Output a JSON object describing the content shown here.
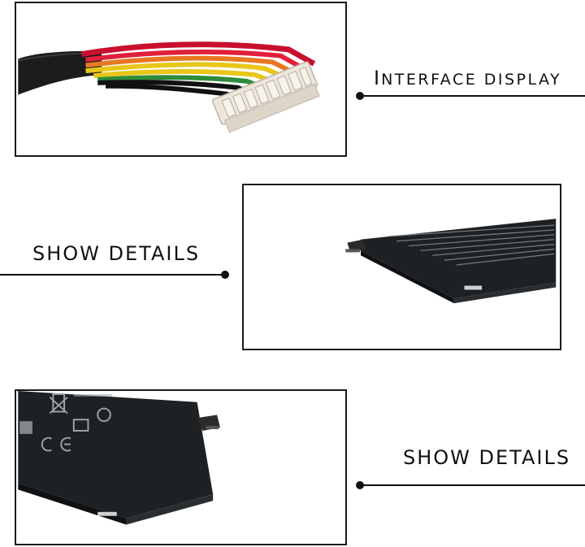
{
  "sections": [
    {
      "caption_initial": "I",
      "caption_rest": "NTERFACE DISPLAY"
    },
    {
      "caption": "SHOW DETAILS"
    },
    {
      "caption": "SHOW DETAILS"
    }
  ],
  "colors": {
    "frame": "#1a1a1a",
    "battery": "#1e2124",
    "wire_red": "#c8102e",
    "wire_orange": "#e87722",
    "wire_yellow": "#e8c61a",
    "wire_green": "#2e8b3a",
    "wire_black": "#111111",
    "connector": "#ece6dc"
  }
}
